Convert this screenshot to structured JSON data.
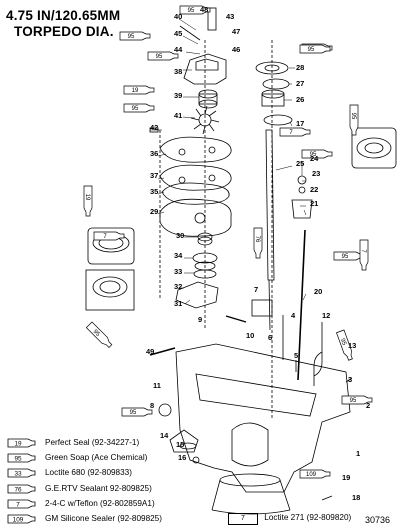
{
  "title": {
    "line1": "4.75 IN/120.65MM",
    "line2": "TORPEDO DIA."
  },
  "figure_number": "30736",
  "legend": [
    {
      "code": "19",
      "label": "Perfect Seal (92-34227-1)"
    },
    {
      "code": "95",
      "label": "Green Soap (Ace Chemical)"
    },
    {
      "code": "33",
      "label": "Loctite 680 (92-809833)"
    },
    {
      "code": "76",
      "label": "G.E.RTV Sealant 92-809825)"
    },
    {
      "code": "7",
      "label": "2-4-C w/Teflon (92-802859A1)"
    },
    {
      "code": "109",
      "label": "GM Silicone Sealer (92-809825)"
    }
  ],
  "legend_extra": {
    "code": "7",
    "label": "Loctite 271 (92-809820)"
  },
  "part_callouts": [
    "1",
    "2",
    "3",
    "4",
    "5",
    "6",
    "7",
    "8",
    "9",
    "10",
    "11",
    "12",
    "13",
    "14",
    "15",
    "16",
    "17",
    "18",
    "19",
    "20",
    "21",
    "22",
    "23",
    "24",
    "25",
    "26",
    "27",
    "28",
    "29",
    "30",
    "31",
    "32",
    "33",
    "34",
    "35",
    "36",
    "37",
    "38",
    "39",
    "40",
    "41",
    "42",
    "43",
    "44",
    "45",
    "46",
    "47",
    "48",
    "49"
  ],
  "tube_codes": [
    "95",
    "95",
    "95",
    "19",
    "95",
    "95",
    "95",
    "95",
    "7",
    "95",
    "76",
    "95",
    "19",
    "95",
    "95",
    "7",
    "109",
    "7",
    "95",
    "95"
  ]
}
